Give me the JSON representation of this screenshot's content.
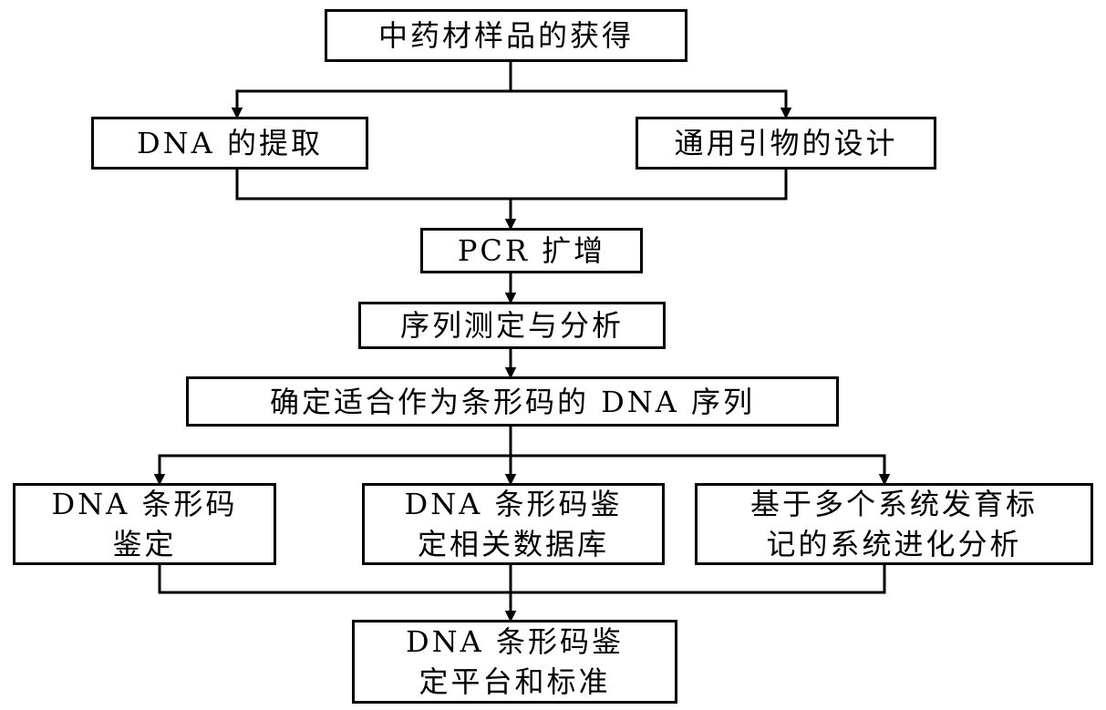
{
  "nodes": {
    "sample": "中药材样品的获得",
    "dna_extract": "DNA 的提取",
    "primer_design": "通用引物的设计",
    "pcr": "PCR 扩增",
    "sequencing": "序列测定与分析",
    "barcode_select": "确定适合作为条形码的 DNA 序列",
    "barcode_identify": [
      "DNA 条形码",
      "鉴定"
    ],
    "database": [
      "DNA 条形码鉴",
      "定相关数据库"
    ],
    "phylo": [
      "基于多个系统发育标",
      "记的系统进化分析"
    ],
    "platform": [
      "DNA 条形码鉴",
      "定平台和标准"
    ]
  }
}
